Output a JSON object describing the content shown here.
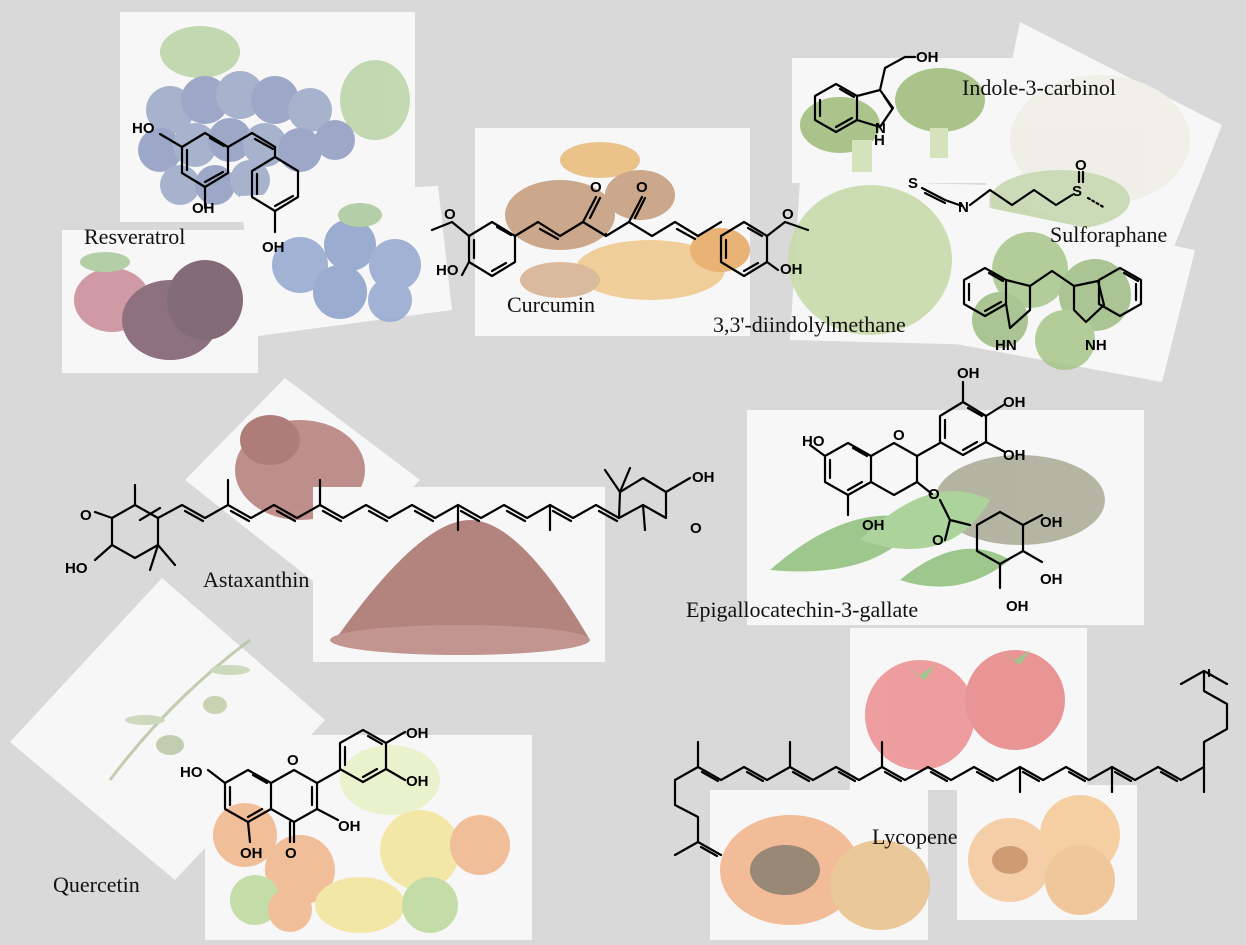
{
  "compounds": {
    "resveratrol": "Resveratrol",
    "curcumin": "Curcumin",
    "indole3carbinol": "Indole-3-carbinol",
    "sulforaphane": "Sulforaphane",
    "diindolylmethane": "3,3'-diindolylmethane",
    "astaxanthin": "Astaxanthin",
    "egcg": "Epigallocatechin-3-gallate",
    "quercetin": "Quercetin",
    "lycopene": "Lycopene"
  },
  "atoms": {
    "HO": "HO",
    "OH": "OH",
    "O": "O",
    "OMe": "O",
    "H": "H",
    "HN": "HN",
    "NH": "NH",
    "N": "N",
    "S": "S"
  },
  "colors": {
    "background": "#d9d9d9",
    "grape": "#9aa6c6",
    "blueberry": "#93a7cf",
    "mulberry": "#7b5a6a",
    "raspberry": "#c98a96",
    "leaf": "#a9c79a",
    "turmeric": "#e8b978",
    "turmericRoot": "#c49a7a",
    "broccoli": "#9dbb79",
    "cauliflower": "#efeee6",
    "cabbage": "#c6d9a9",
    "sprouts": "#a7c68a",
    "astaxPowder": "#a86f6a",
    "tea": "#a8aa94",
    "teaLeaf": "#8fbf7c",
    "olive": "#b9c6a4",
    "citrusOrange": "#f1b58a",
    "lemon": "#f3e59a",
    "lime": "#bcd99b",
    "tomato": "#ec8e8e",
    "papaya": "#f0b287",
    "apricot": "#f3c79a"
  }
}
